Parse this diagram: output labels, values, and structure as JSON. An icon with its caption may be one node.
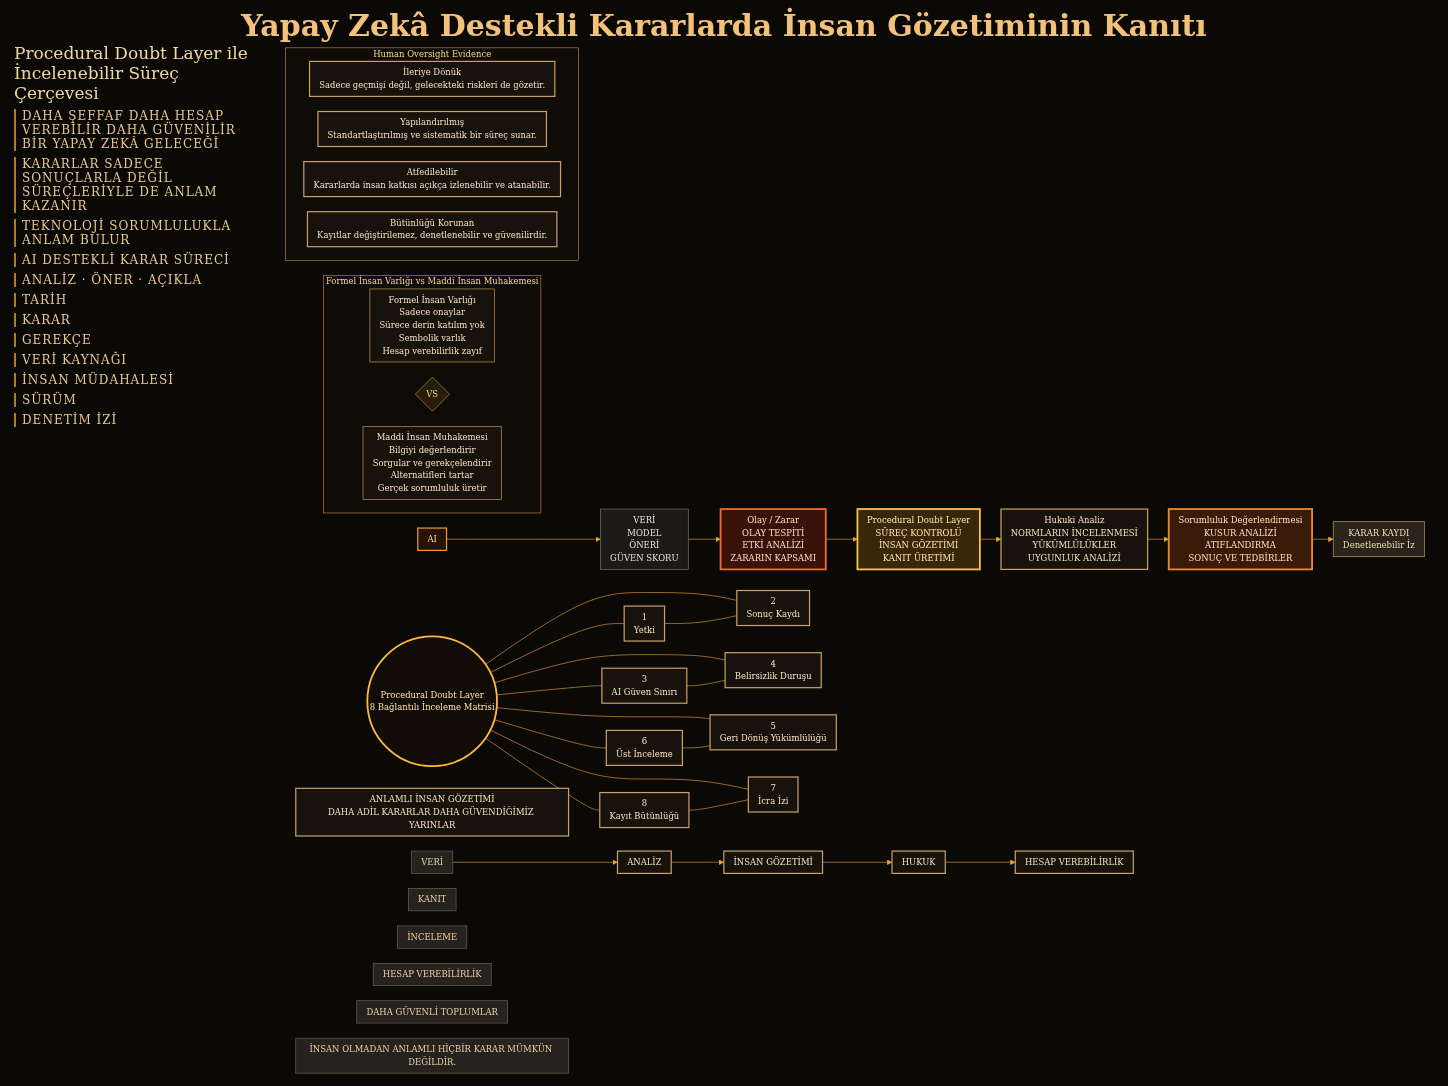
{
  "diagram": {
    "title": "Yapay Zekâ Destekli Kararlarda İnsan Gözetiminin Kanıtı",
    "nodes": [
      {
        "text": [
          "AI"
        ]
      },
      {
        "text": [
          "VERİ",
          "MODEL",
          "ÖNERİ",
          "GÜVEN SKORU"
        ]
      },
      {
        "text": [
          "Olay / Zarar",
          "OLAY TESPİTİ",
          "ETKİ ANALİZİ",
          "ZARARIN KAPSAMI"
        ]
      },
      {
        "text": [
          "Procedural Doubt Layer",
          "SÜREÇ KONTROLÜ",
          "İNSAN GÖZETİMİ",
          "KANIT ÜRETİMİ"
        ]
      },
      {
        "text": [
          "Hukuki Analiz",
          "NORMLARIN İNCELENMESİ",
          "YÜKÜMLÜLÜKLER",
          "UYGUNLUK ANALİZİ"
        ]
      },
      {
        "text": [
          "Sorumluluk Değerlendirmesi",
          "KUSUR ANALİZİ",
          "ATIFLANDIRMA",
          "SONUÇ VE TEDBİRLER"
        ]
      },
      {
        "text": [
          "KARAR KAYDI",
          "Denetlenebilir İz"
        ]
      },
      {
        "text": [
          "Procedural Doubt Layer",
          "8 Bağlantılı İnceleme Matrisi"
        ]
      },
      {
        "text": [
          "1",
          "Yetki"
        ]
      },
      {
        "text": [
          "2",
          "Sonuç Kaydı"
        ]
      },
      {
        "text": [
          "3",
          "AI Güven Sınırı"
        ]
      },
      {
        "text": [
          "4",
          "Belirsizlik Duruşu"
        ]
      },
      {
        "text": [
          "5",
          "Geri Dönüş Yükümlülüğü"
        ]
      },
      {
        "text": [
          "6",
          "Üst İnceleme"
        ]
      },
      {
        "text": [
          "7",
          "İcra İzi"
        ]
      },
      {
        "text": [
          "8",
          "Kayıt Bütünlüğü"
        ]
      },
      {
        "text": [
          "Formel İnsan Varlığı vs Maddi İnsan Muhakemesi"
        ]
      },
      {
        "text": [
          "Formel İnsan Varlığı",
          "Sadece onaylar",
          "Sürece derin katılım yok",
          "Sembolik varlık",
          "Hesap verebilirlik zayıf"
        ],
        "in": 16
      },
      {
        "text": [
          "VS"
        ],
        "in": 16
      },
      {
        "text": [
          "Maddi İnsan Muhakemesi",
          "Bilgiyi değerlendirir",
          "Sorgular ve gerekçelendirir",
          "Alternatifleri tartar",
          "Gerçek sorumluluk üretir"
        ],
        "in": 16
      },
      {
        "text": [
          "Human Oversight Evidence"
        ]
      },
      {
        "text": [
          "İleriye Dönük",
          "Sadece geçmişi değil, gelecekteki riskleri de gözetir."
        ],
        "in": 20
      },
      {
        "text": [
          "Yapılandırılmış",
          "Standartlaştırılmış ve sistematik bir süreç sunar."
        ],
        "in": 20
      },
      {
        "text": [
          "Atfedilebilir",
          "Kararlarda insan katkısı açıkça izlenebilir ve atanabilir."
        ],
        "in": 20
      },
      {
        "text": [
          "Bütünlüğü Korunan",
          "Kayıtlar değiştirilemez, denetlenebilir ve güvenilirdir."
        ],
        "in": 20
      },
      {
        "text": [
          "ANLAMLI İNSAN GÖZETİMİ",
          "DAHA ADİL KARARLAR DAHA GÜVENDİĞİMİZ YARINLAR"
        ]
      },
      {
        "text": [
          "VERİ"
        ]
      },
      {
        "text": [
          "ANALİZ"
        ]
      },
      {
        "text": [
          "İNSAN GÖZETİMİ"
        ]
      },
      {
        "text": [
          "HUKUK"
        ]
      },
      {
        "text": [
          "HESAP VEREBİLİRLİK"
        ]
      },
      {
        "text": [
          "KANIT"
        ]
      },
      {
        "text": [
          "İNCELEME"
        ]
      },
      {
        "text": [
          "HESAP VEREBİLİRLİK"
        ]
      },
      {
        "text": [
          "DAHA GÜVENLİ TOPLUMLAR"
        ]
      },
      {
        "text": [
          "İNSAN OLMADAN ANLAMLI HİÇBİR KARAR MÜMKÜN DEĞİLDİR."
        ]
      }
    ],
    "edges": [
      {
        "from": 0,
        "to": 1,
        "arrow": "to"
      },
      {
        "from": 1,
        "to": 2,
        "arrow": "to"
      },
      {
        "from": 2,
        "to": 3,
        "arrow": "to"
      },
      {
        "from": 3,
        "to": 4,
        "arrow": "to"
      },
      {
        "from": 4,
        "to": 5,
        "arrow": "to"
      },
      {
        "from": 5,
        "to": 6,
        "arrow": "to"
      },
      {
        "from": 7,
        "to": 8,
        "arrow": "none"
      },
      {
        "from": 7,
        "to": 9,
        "arrow": "none"
      },
      {
        "from": 7,
        "to": 10,
        "arrow": "none"
      },
      {
        "from": 7,
        "to": 11,
        "arrow": "none"
      },
      {
        "from": 7,
        "to": 12,
        "arrow": "none"
      },
      {
        "from": 7,
        "to": 13,
        "arrow": "none"
      },
      {
        "from": 7,
        "to": 14,
        "arrow": "none"
      },
      {
        "from": 7,
        "to": 15,
        "arrow": "none"
      },
      {
        "from": 8,
        "to": 9,
        "arrow": "none"
      },
      {
        "from": 10,
        "to": 11,
        "arrow": "none"
      },
      {
        "from": 13,
        "to": 12,
        "arrow": "none"
      },
      {
        "from": 15,
        "to": 14,
        "arrow": "none"
      },
      {
        "from": 26,
        "to": 27,
        "arrow": "to"
      },
      {
        "from": 27,
        "to": 28,
        "arrow": "to"
      },
      {
        "from": 28,
        "to": 29,
        "arrow": "to"
      },
      {
        "from": 29,
        "to": 30,
        "arrow": "to"
      }
    ],
    "labels": [
      "Procedural Doubt Layer ile İncelenebilir Süreç Çerçevesi",
      "DAHA ŞEFFAF DAHA HESAP VEREBİLİR DAHA GÜVENİLİR BİR YAPAY ZEKÂ GELECEĞİ",
      "KARARLAR SADECE SONUÇLARLA DEĞİL SÜREÇLERİYLE DE ANLAM KAZANIR",
      "TEKNOLOJİ SORUMLULUKLA ANLAM BULUR",
      "AI DESTEKLİ KARAR SÜRECİ",
      "ANALİZ · ÖNER · AÇIKLA",
      "TARİH",
      "KARAR",
      "GEREKÇE",
      "VERİ KAYNAĞI",
      "İNSAN MÜDAHALESİ",
      "SÜRÜM",
      "DENETİM İZİ"
    ]
  }
}
